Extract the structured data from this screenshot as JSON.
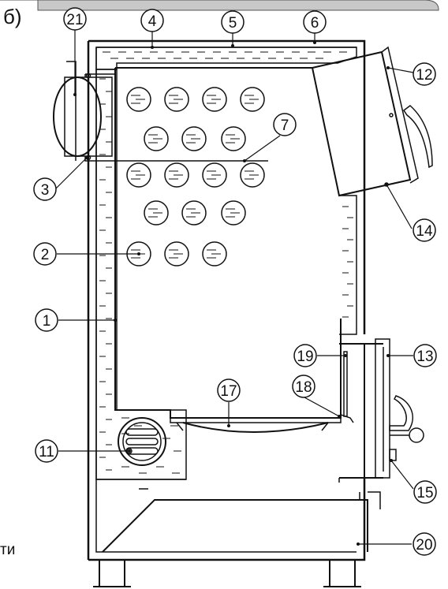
{
  "figure": {
    "panel_letter": "б)",
    "edge_fragment": "ти"
  },
  "callouts": [
    {
      "number": "21"
    },
    {
      "number": "4"
    },
    {
      "number": "5"
    },
    {
      "number": "6"
    },
    {
      "number": "12"
    },
    {
      "number": "7"
    },
    {
      "number": "3"
    },
    {
      "number": "14"
    },
    {
      "number": "2"
    },
    {
      "number": "1"
    },
    {
      "number": "19"
    },
    {
      "number": "13"
    },
    {
      "number": "17"
    },
    {
      "number": "18"
    },
    {
      "number": "11"
    },
    {
      "number": "15"
    },
    {
      "number": "20"
    }
  ],
  "colors": {
    "line": "#111111",
    "header_bar": "#c8c8c8"
  }
}
